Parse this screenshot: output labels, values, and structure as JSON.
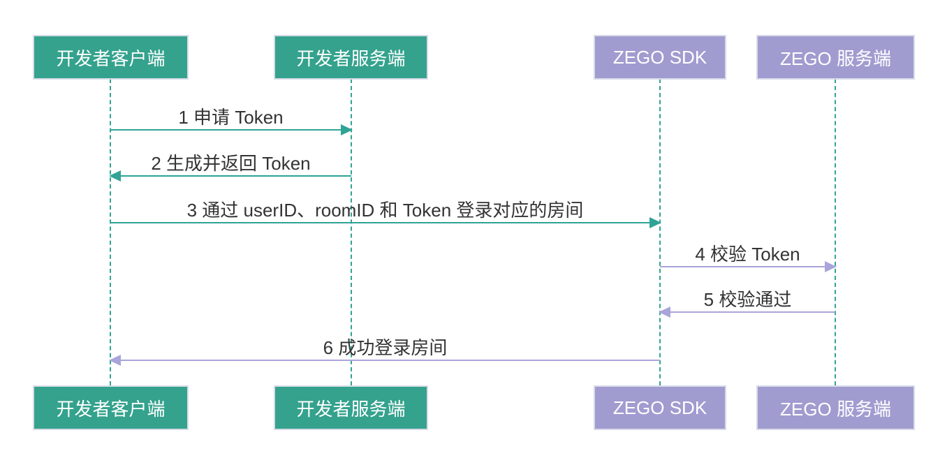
{
  "diagram": {
    "type": "sequence",
    "actors": [
      {
        "id": "dev-client",
        "label": "开发者客户端",
        "color": "#34a28d"
      },
      {
        "id": "dev-server",
        "label": "开发者服务端",
        "color": "#34a28d"
      },
      {
        "id": "zego-sdk",
        "label": "ZEGO SDK",
        "color": "#a09cd0"
      },
      {
        "id": "zego-server",
        "label": "ZEGO 服务端",
        "color": "#a09cd0"
      }
    ],
    "messages": [
      {
        "seq": 1,
        "label": "1 申请 Token",
        "from": "dev-client",
        "to": "dev-server",
        "arrow_color": "#2fa396",
        "direction": "right"
      },
      {
        "seq": 2,
        "label": "2 生成并返回 Token",
        "from": "dev-server",
        "to": "dev-client",
        "arrow_color": "#2fa396",
        "direction": "left"
      },
      {
        "seq": 3,
        "label": "3 通过 userID、roomID 和 Token 登录对应的房间",
        "from": "dev-client",
        "to": "zego-sdk",
        "arrow_color": "#2fa396",
        "direction": "right"
      },
      {
        "seq": 4,
        "label": "4 校验 Token",
        "from": "zego-sdk",
        "to": "zego-server",
        "arrow_color": "#a9a5da",
        "direction": "right"
      },
      {
        "seq": 5,
        "label": "5 校验通过",
        "from": "zego-server",
        "to": "zego-sdk",
        "arrow_color": "#a9a5da",
        "direction": "left"
      },
      {
        "seq": 6,
        "label": "6 成功登录房间",
        "from": "zego-sdk",
        "to": "dev-client",
        "arrow_color": "#a9a5da",
        "direction": "left"
      }
    ],
    "colors": {
      "actor_green": "#34a28d",
      "actor_purple": "#a09cd0",
      "arrow_green": "#2fa396",
      "arrow_purple": "#a9a5da",
      "lifeline": "#33a392",
      "actor_text": "#ffffff",
      "message_text": "#333333",
      "actor_border": "#d8dbe8",
      "background": "#ffffff"
    }
  }
}
